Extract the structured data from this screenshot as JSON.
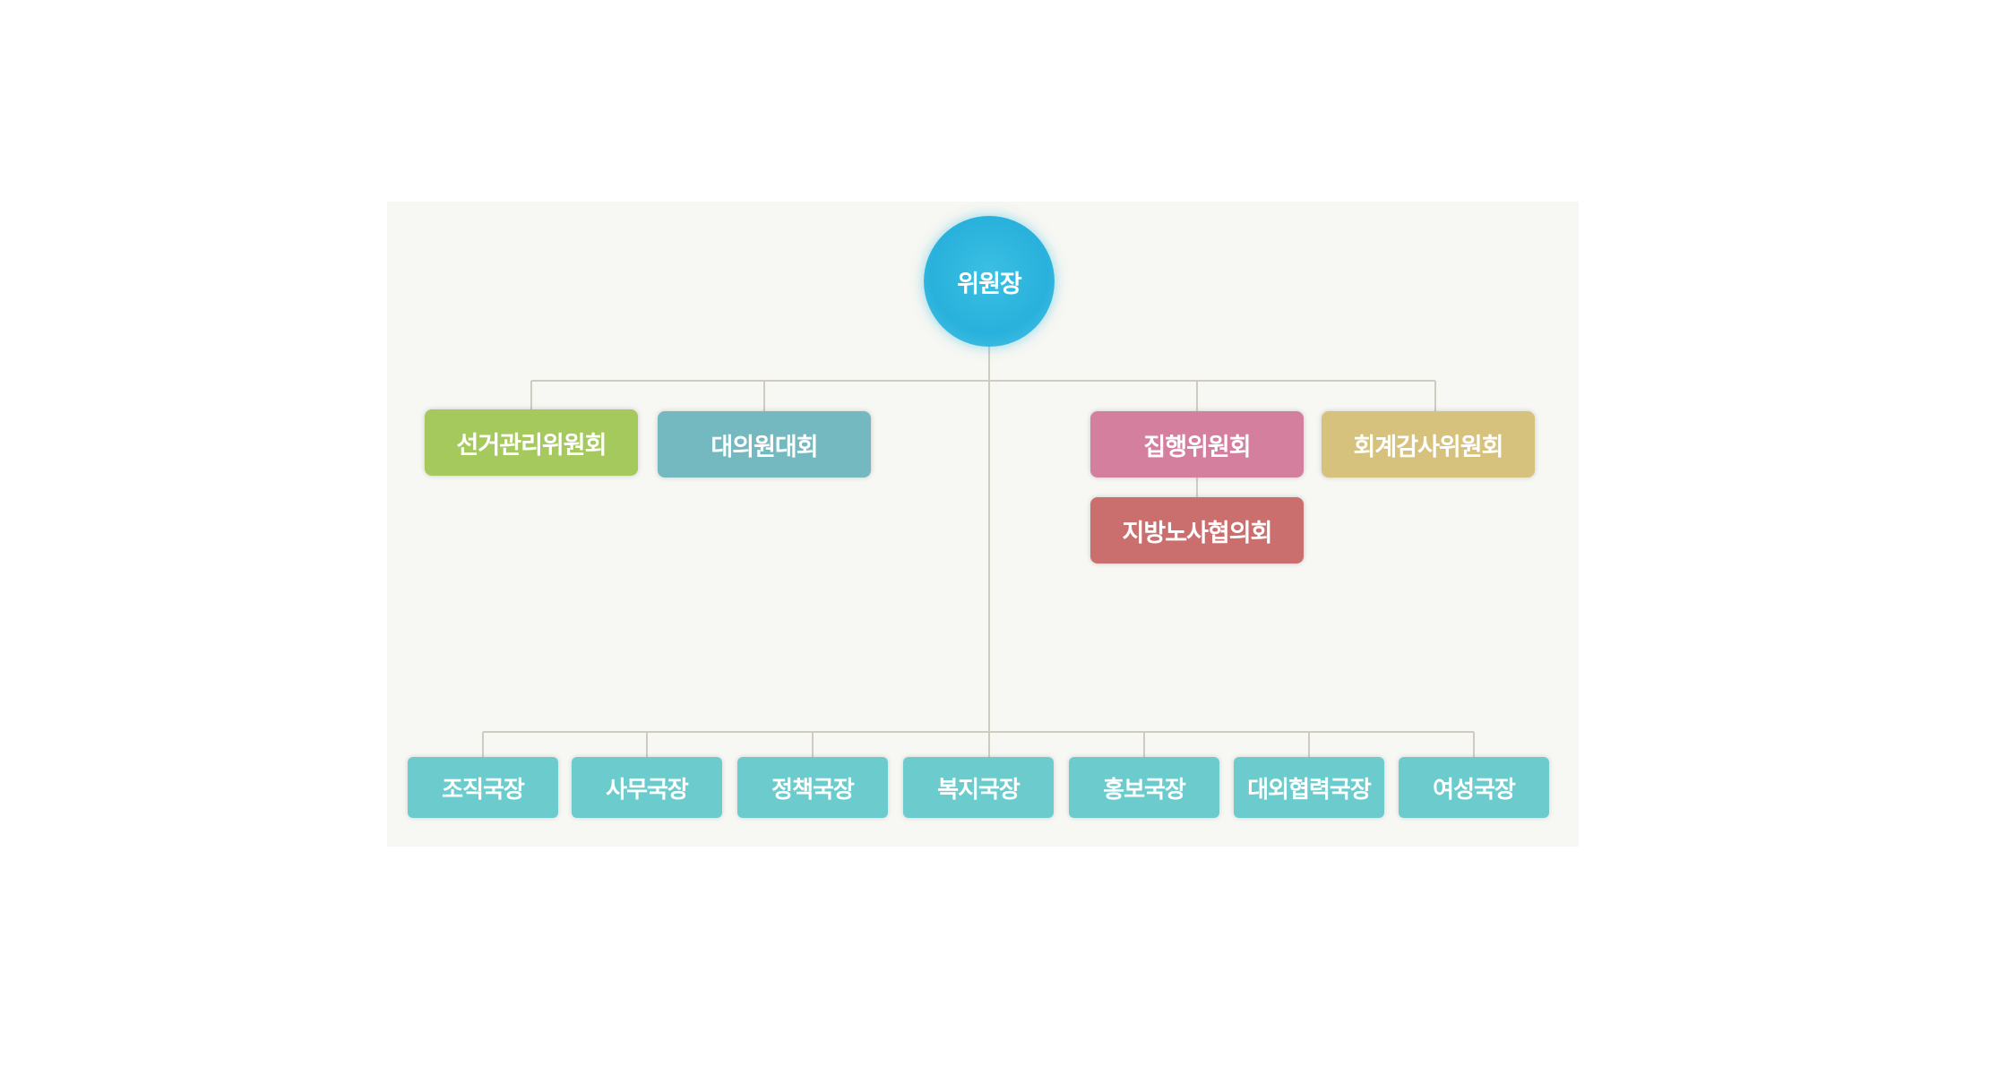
{
  "chair": {
    "label": "위원장"
  },
  "committees": {
    "election": "선거관리위원회",
    "delegates": "대의원대회",
    "executive": "집행위원회",
    "audit": "회계감사위원회",
    "local_labor": "지방노사협의회"
  },
  "departments": [
    "조직국장",
    "사무국장",
    "정책국장",
    "복지국장",
    "홍보국장",
    "대외협력국장",
    "여성국장"
  ],
  "colors": {
    "chair": "#28b1dc",
    "election": "#a6c95e",
    "delegates": "#74b9bf",
    "executive": "#d57f9f",
    "audit": "#d6c27d",
    "local_labor": "#cb6e6e",
    "department": "#6ccccd",
    "connector": "#cfcbc0",
    "background": "#f7f7f3"
  }
}
